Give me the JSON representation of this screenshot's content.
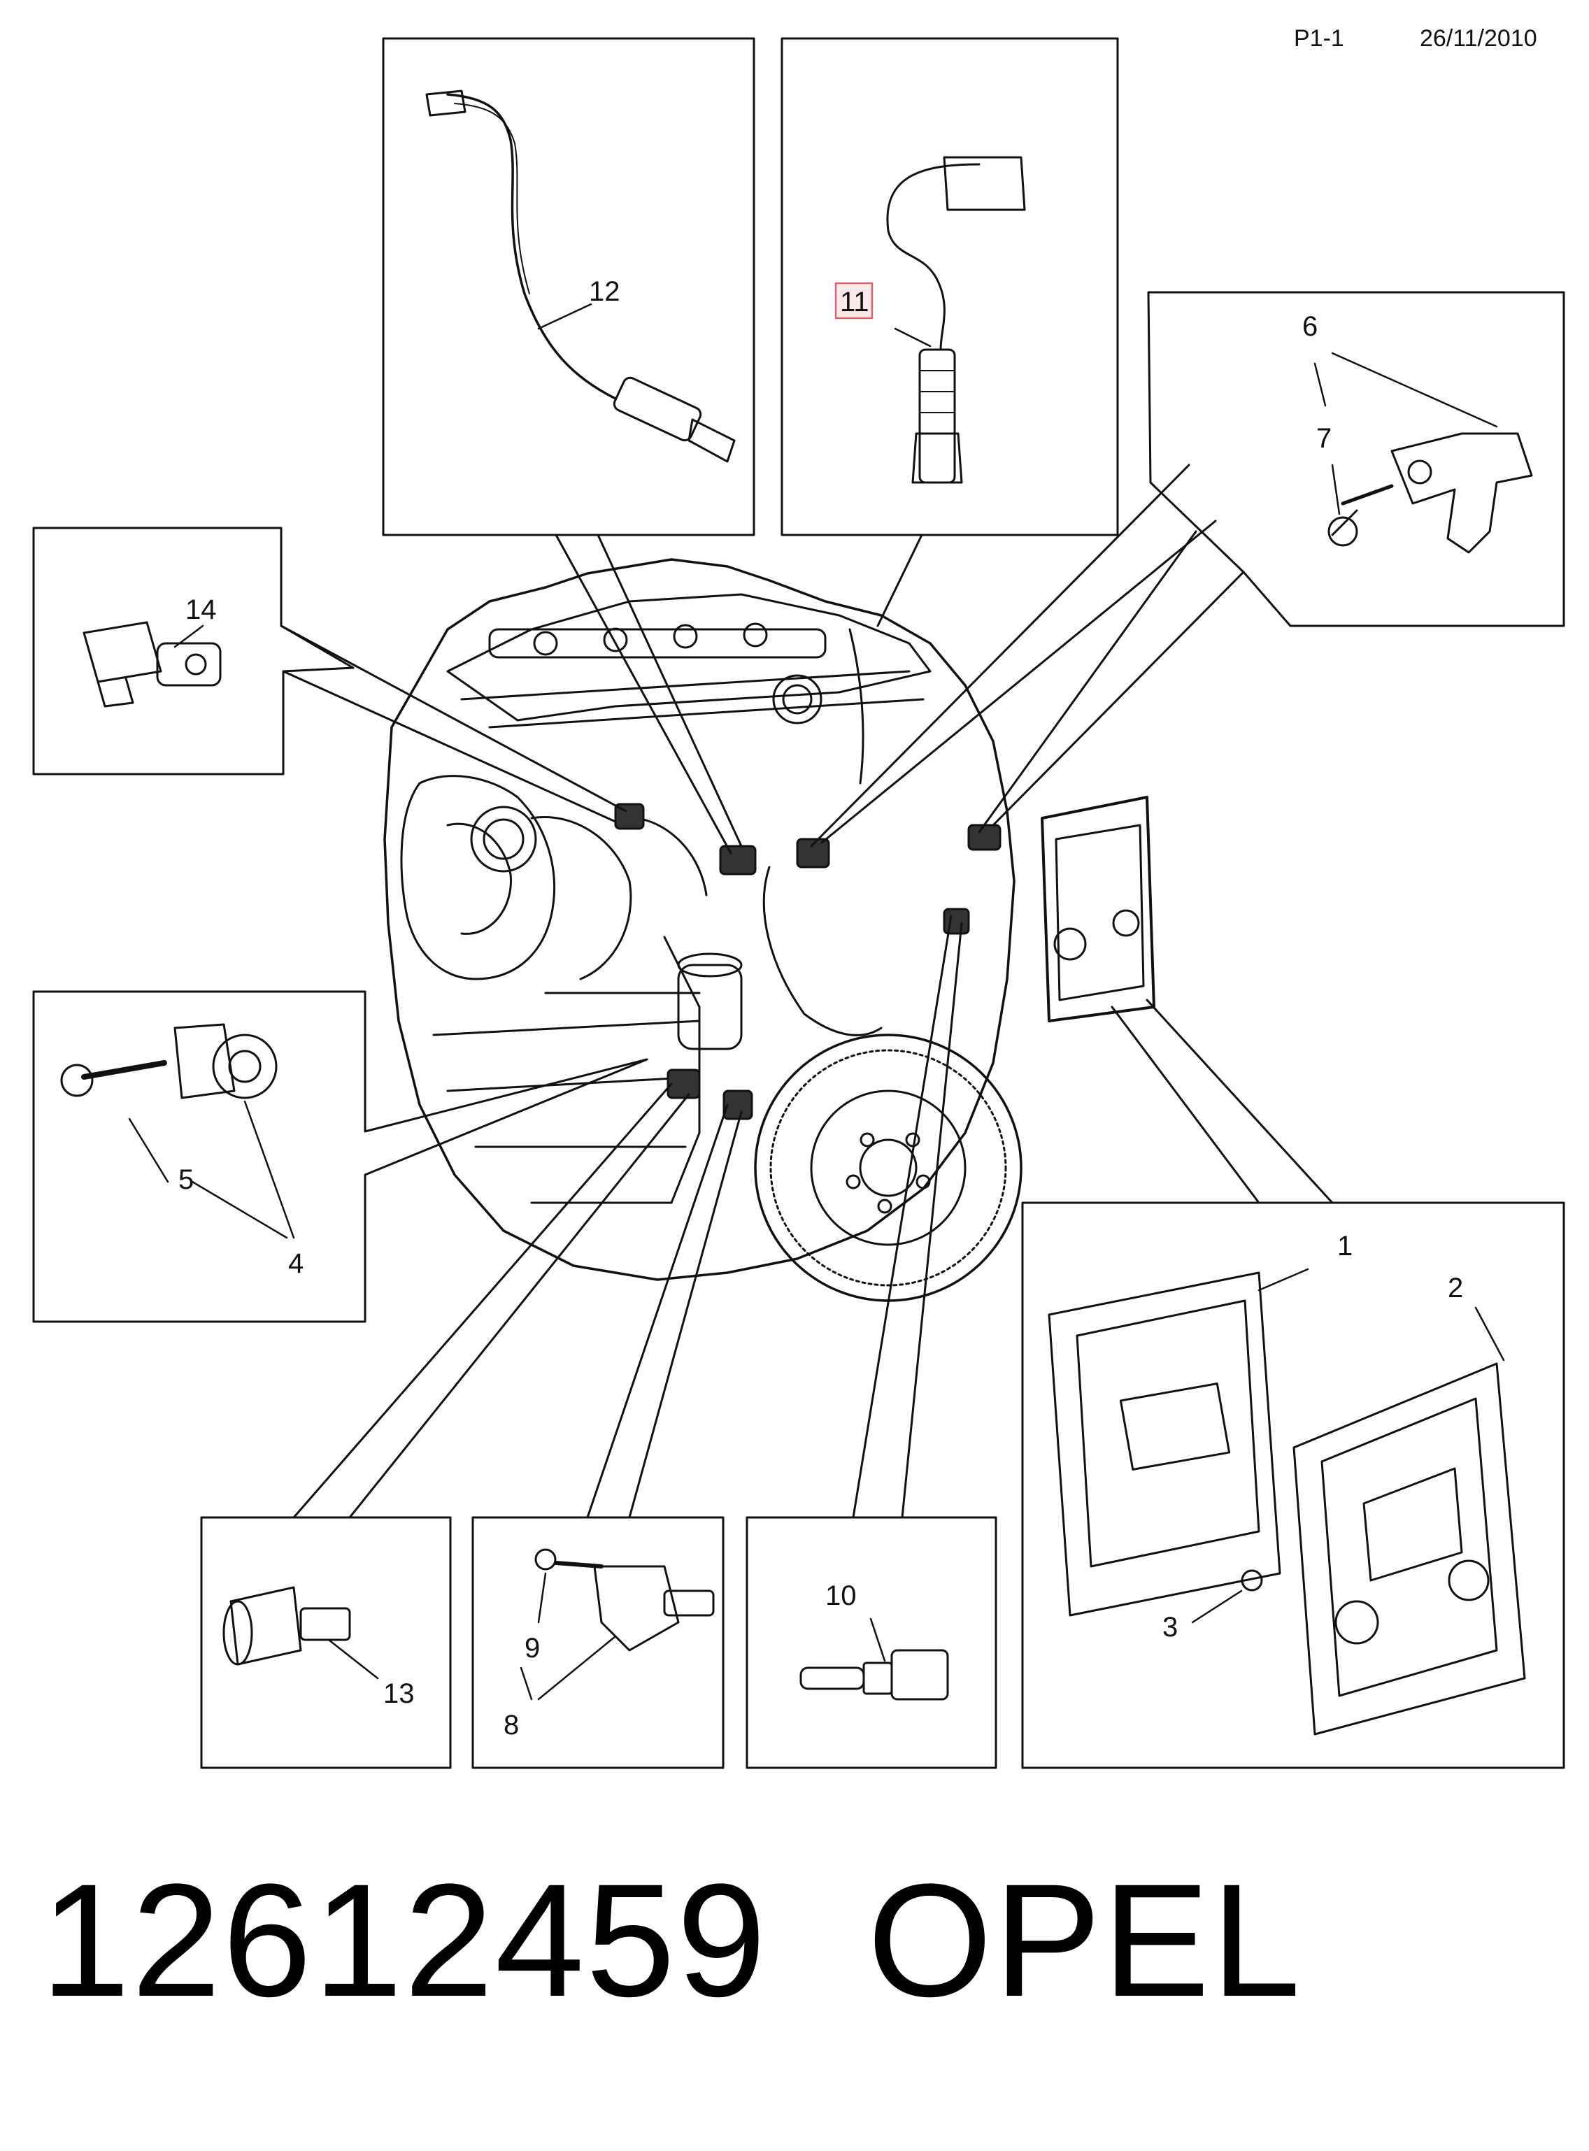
{
  "header": {
    "page_ref": "P1-1",
    "date": "26/11/2010"
  },
  "callouts": {
    "c1": "1",
    "c2": "2",
    "c3": "3",
    "c4": "4",
    "c5": "5",
    "c6": "6",
    "c7": "7",
    "c8": "8",
    "c9": "9",
    "c10": "10",
    "c11": "11",
    "c12": "12",
    "c13": "13",
    "c14": "14"
  },
  "highlighted_callout": "11",
  "footer": {
    "part_number": "12612459",
    "brand": "OPEL"
  }
}
